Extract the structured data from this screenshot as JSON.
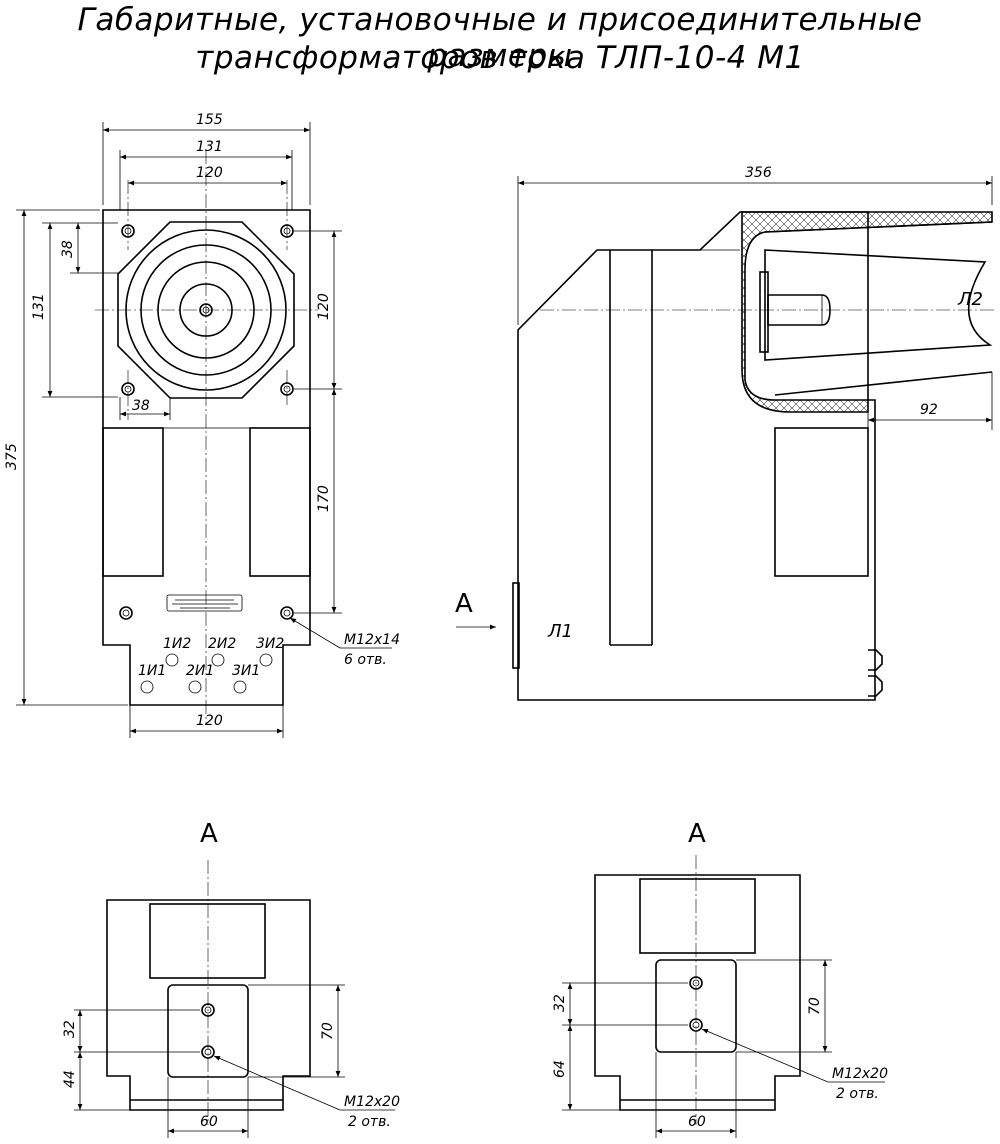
{
  "title": {
    "line1": "Габаритные, установочные и присоединительные размеры",
    "line2": "трансформаторов тока ТЛП-10-4 М1"
  },
  "front_view": {
    "dims": {
      "w155": "155",
      "w131": "131",
      "w120_top": "120",
      "w120_bottom": "120",
      "h375": "375",
      "h131": "131",
      "h38_top": "38",
      "h38_bottom": "38",
      "h120_right": "120",
      "h170": "170"
    },
    "callout": {
      "thread": "M12x14",
      "count": "6 отв."
    },
    "terminals": {
      "1i2": "1И2",
      "2i2": "2И2",
      "3i2": "3И2",
      "1i1": "1И1",
      "2i1": "2И1",
      "3i1": "3И1"
    }
  },
  "side_view": {
    "dims": {
      "w356": "356",
      "w92": "92"
    },
    "labels": {
      "l1": "Л1",
      "l2": "Л2",
      "view_arrow": "А"
    }
  },
  "view_a_left": {
    "heading": "А",
    "dims": {
      "h32": "32",
      "h44": "44",
      "h70": "70",
      "w60": "60"
    },
    "callout": {
      "thread": "M12x20",
      "count": "2 отв."
    }
  },
  "view_a_right": {
    "heading": "А",
    "dims": {
      "h32": "32",
      "h64": "64",
      "h70": "70",
      "w60": "60"
    },
    "callout": {
      "thread": "M12x20",
      "count": "2 отв."
    }
  }
}
